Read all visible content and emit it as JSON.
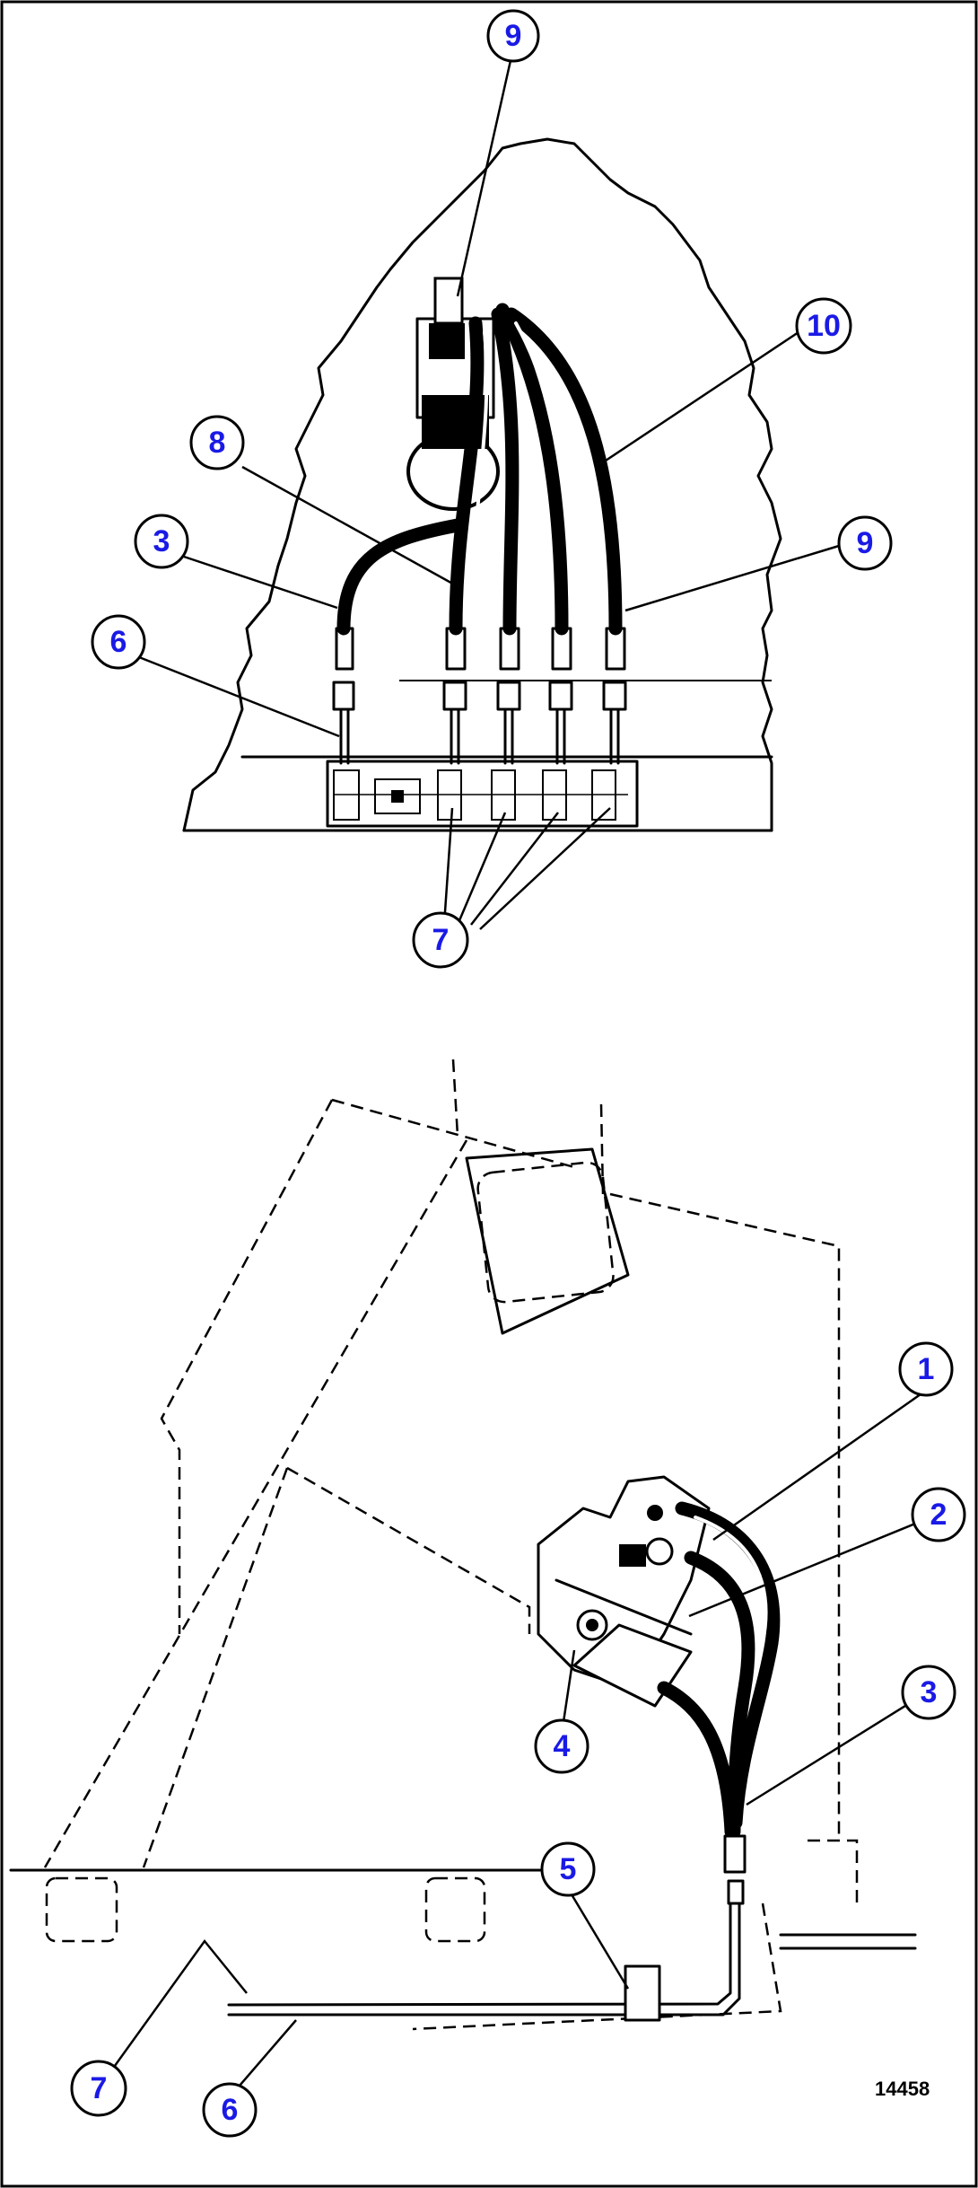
{
  "callouts_top": [
    "9",
    "10",
    "8",
    "3",
    "9",
    "6",
    "7"
  ],
  "callouts_bottom": [
    "1",
    "2",
    "3",
    "4",
    "5",
    "7",
    "6"
  ],
  "figure_id": "14458",
  "colors": {
    "line": "#000000",
    "callout_text": "#1a1ae6",
    "background": "#ffffff"
  }
}
